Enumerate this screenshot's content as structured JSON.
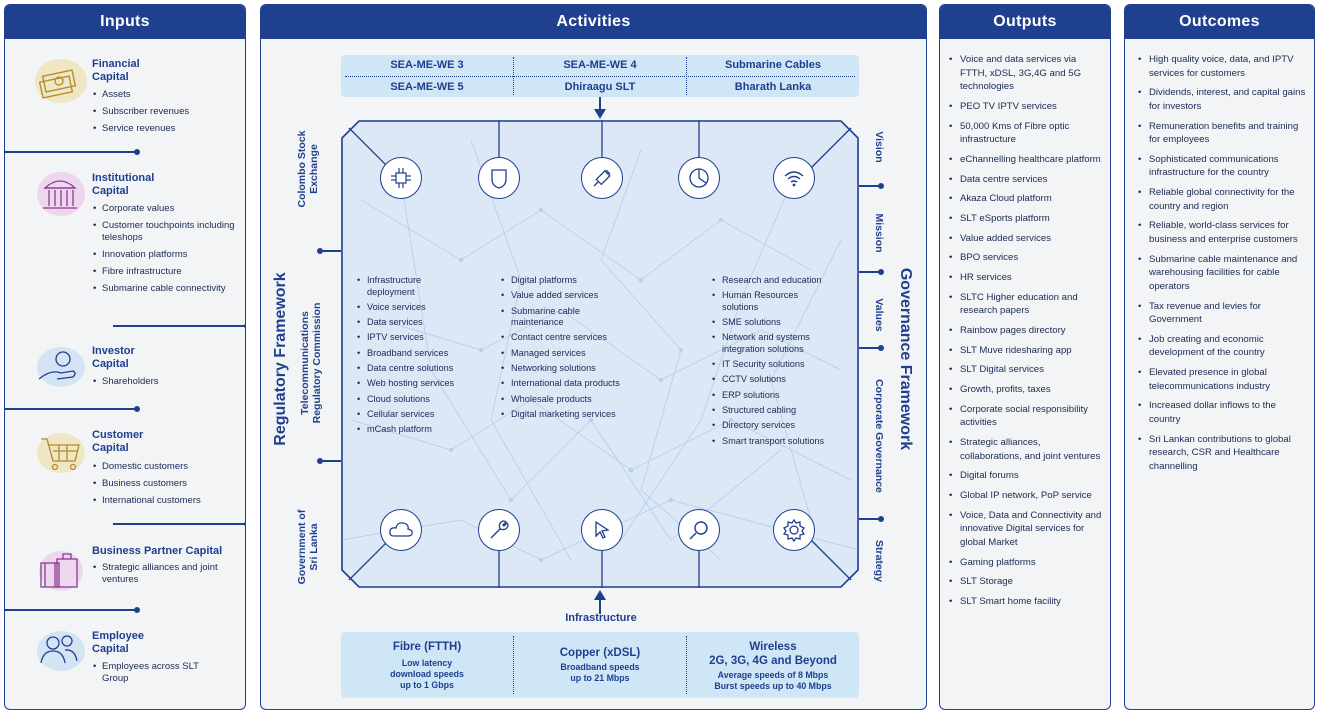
{
  "inputs": {
    "title": "Inputs",
    "capitals": [
      {
        "name_l1": "Financial",
        "name_l2": "Capital",
        "items": [
          "Assets",
          "Subscriber revenues",
          "Service revenues"
        ]
      },
      {
        "name_l1": "Institutional",
        "name_l2": "Capital",
        "items": [
          "Corporate values",
          "Customer touchpoints including teleshops",
          "Innovation platforms",
          "Fibre infrastructure",
          "Submarine cable connectivity"
        ]
      },
      {
        "name_l1": "Investor",
        "name_l2": "Capital",
        "items": [
          "Shareholders"
        ]
      },
      {
        "name_l1": "Customer",
        "name_l2": "Capital",
        "items": [
          "Domestic customers",
          "Business customers",
          "International customers"
        ]
      },
      {
        "name_l1": "Business Partner Capital",
        "name_l2": "",
        "items": [
          "Strategic alliances and joint ventures"
        ]
      },
      {
        "name_l1": "Employee",
        "name_l2": "Capital",
        "items": [
          "Employees across SLT Group"
        ]
      }
    ]
  },
  "activities": {
    "title": "Activities",
    "cables_row1": [
      "SEA-ME-WE 3",
      "SEA-ME-WE 4",
      "Submarine Cables"
    ],
    "cables_row2": [
      "SEA-ME-WE 5",
      "Dhiraagu SLT",
      "Bharath Lanka"
    ],
    "services_col1": [
      "Infrastructure deployment",
      "Voice services",
      "Data services",
      "IPTV services",
      "Broadband services",
      "Data centre solutions",
      "Web hosting services",
      "Cloud solutions",
      "Cellular services",
      "mCash platform"
    ],
    "services_col2": [
      "Digital platforms",
      "Value added services",
      "Submarine cable maintenance",
      "Contact centre services",
      "Managed services",
      "Networking solutions",
      "International data products",
      "Wholesale products",
      "Digital marketing services"
    ],
    "services_col3": [
      "Research and education",
      "Human Resources solutions",
      "SME solutions",
      "Network and systems integration solutions",
      "IT Security solutions",
      "CCTV solutions",
      "ERP solutions",
      "Structured cabling",
      "Directory services",
      "Smart transport solutions"
    ],
    "left_band": "Regulatory Framework",
    "left_entities": {
      "top_l1": "Colombo Stock",
      "top_l2": "Exchange",
      "mid_l1": "Telecommunications",
      "mid_l2": "Regulatory Commission",
      "bottom_l1": "Government of",
      "bottom_l2": "Sri Lanka"
    },
    "right_band": "Governance Framework",
    "right_entities": [
      "Vision",
      "Mission",
      "Values",
      "Corporate Governance",
      "Strategy"
    ],
    "infrastructure_label": "Infrastructure",
    "infrastructure": [
      {
        "title": "Fibre (FTTH)",
        "sub_l1": "Low latency",
        "sub_l2": "download speeds",
        "sub_l3": "up to 1 Gbps"
      },
      {
        "title": "Copper (xDSL)",
        "sub_l1": "Broadband speeds",
        "sub_l2": "up to 21 Mbps",
        "sub_l3": ""
      },
      {
        "title": "Wireless",
        "title_l2": "2G, 3G, 4G and Beyond",
        "sub_l1": "Average speeds of 8 Mbps",
        "sub_l2": "Burst speeds up to 40 Mbps",
        "sub_l3": ""
      }
    ],
    "icons_top": [
      "circuit-icon",
      "shield-icon",
      "usb-plug-icon",
      "pie-chart-icon",
      "wifi-icon"
    ],
    "icons_bottom": [
      "cloud-icon",
      "wrench-icon",
      "cursor-icon",
      "magnifier-icon",
      "gear-icon"
    ]
  },
  "outputs": {
    "title": "Outputs",
    "items": [
      "Voice and data services via FTTH, xDSL, 3G,4G and 5G technologies",
      "PEO TV IPTV services",
      "50,000 Kms of Fibre optic infrastructure",
      "eChannelling healthcare platform",
      "Data centre services",
      "Akaza Cloud platform",
      "SLT eSports platform",
      "Value added services",
      "BPO services",
      "HR services",
      "SLTC Higher education and research papers",
      "Rainbow pages directory",
      "SLT Muve ridesharing app",
      "SLT Digital services",
      "Growth, profits, taxes",
      "Corporate social responsibility activities",
      "Strategic alliances, collaborations, and joint ventures",
      "Digital forums",
      "Global IP network, PoP service",
      "Voice, Data and Connectivity and innovative Digital services for global Market",
      "Gaming platforms",
      "SLT Storage",
      "SLT Smart home facility"
    ]
  },
  "outcomes": {
    "title": "Outcomes",
    "items": [
      "High quality voice, data, and IPTV services for customers",
      "Dividends, interest, and capital gains for investors",
      "Remuneration benefits and training for employees",
      "Sophisticated communications infrastructure for the country",
      "Reliable global connectivity for the country and region",
      "Reliable, world-class services for business and enterprise customers",
      "Submarine cable maintenance and warehousing facilities for cable operators",
      "Tax revenue and levies for Government",
      "Job creating and economic development of the country",
      "Elevated presence in global telecommunications industry",
      "Increased dollar inflows to the country",
      "Sri Lankan contributions to global research, CSR and Healthcare channelling"
    ]
  },
  "colors": {
    "primary": "#1f3f8f",
    "light_band": "#cfe6f6",
    "core": "#dce8f6",
    "panel": "#f3f4f6"
  }
}
